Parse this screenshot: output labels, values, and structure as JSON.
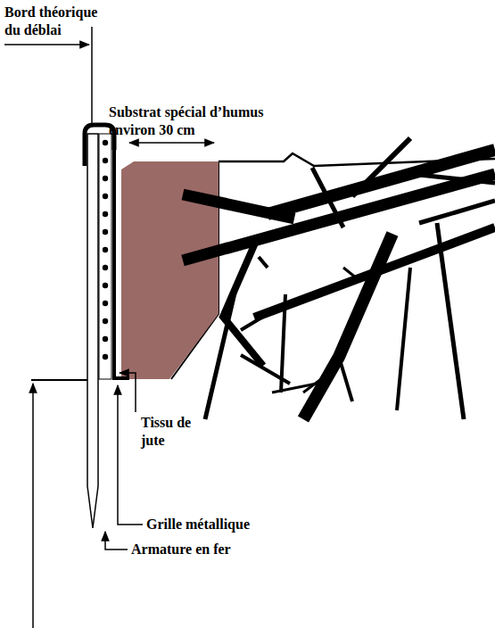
{
  "diagram": {
    "labels": [
      "Bord théorique du déblai",
      "Substrat spécial d’humus environ 30 cm",
      "Tissu de jute",
      "Grille métallique",
      "Armature en fer"
    ]
  }
}
